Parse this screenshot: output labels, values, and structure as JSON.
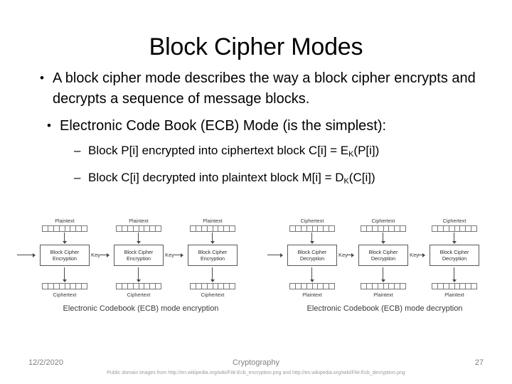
{
  "slide": {
    "title": "Block Cipher Modes",
    "bullets": [
      {
        "marker": "•",
        "text": "A block cipher mode describes the way a block cipher encrypts and decrypts a sequence of message blocks."
      },
      {
        "marker": "•",
        "text": "Electronic Code Book (ECB) Mode (is the simplest):"
      }
    ],
    "subbullets": [
      {
        "marker": "–",
        "pre": "Block P[i] encrypted into ciphertext block C[i] = E",
        "sub": "K",
        "post": "(P[i])"
      },
      {
        "marker": "–",
        "pre": "Block C[i] decrypted into plaintext block M[i] = D",
        "sub": "K",
        "post": "(C[i])"
      }
    ]
  },
  "figures": {
    "encryption": {
      "caption": "Electronic Codebook (ECB) mode encryption",
      "top_label": "Plaintext",
      "bottom_label": "Ciphertext",
      "box_line1": "Block Cipher",
      "box_line2": "Encryption",
      "key_label": "Key",
      "cells": 8,
      "stages": 3
    },
    "decryption": {
      "caption": "Electronic Codebook (ECB) mode decryption",
      "top_label": "Ciphertext",
      "bottom_label": "Plaintext",
      "box_line1": "Block Cipher",
      "box_line2": "Decryption",
      "key_label": "Key",
      "cells": 8,
      "stages": 3
    }
  },
  "footer": {
    "date": "12/2/2020",
    "center": "Cryptography",
    "page_number": "27",
    "credit": "Public domain images from http://en.wikipedia.org/wiki/File:Ecb_encryption.png and http://en.wikipedia.org/wiki/File:Ecb_decryption.png"
  },
  "colors": {
    "text": "#000000",
    "muted": "#808080",
    "credit": "#9b9b9b",
    "diagram_line": "#4a4a4a"
  }
}
